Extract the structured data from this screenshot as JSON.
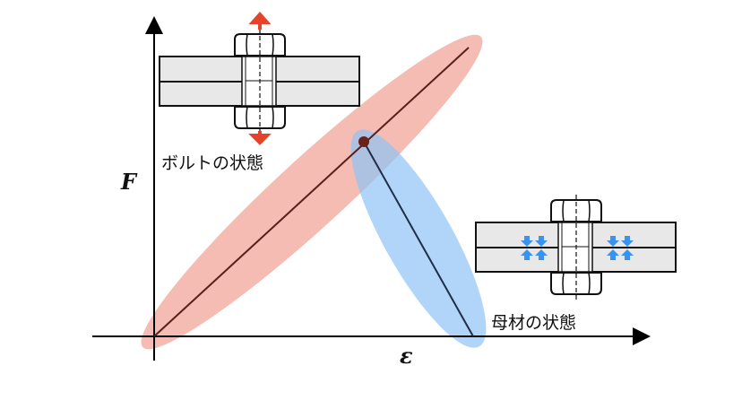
{
  "labels": {
    "bolt_state": "ボルトの状態",
    "base_state": "母材の状態",
    "y_axis": "F",
    "x_axis": "ε"
  },
  "colors": {
    "bolt_region": "#f0a59a",
    "base_region": "#8ec3f5",
    "bolt_line": "#5a1f1a",
    "base_line": "#1f2f4a",
    "tension_arrow": "#e5432b",
    "compression_arrow": "#3b93f0",
    "plate_fill": "#e8e8e8"
  }
}
